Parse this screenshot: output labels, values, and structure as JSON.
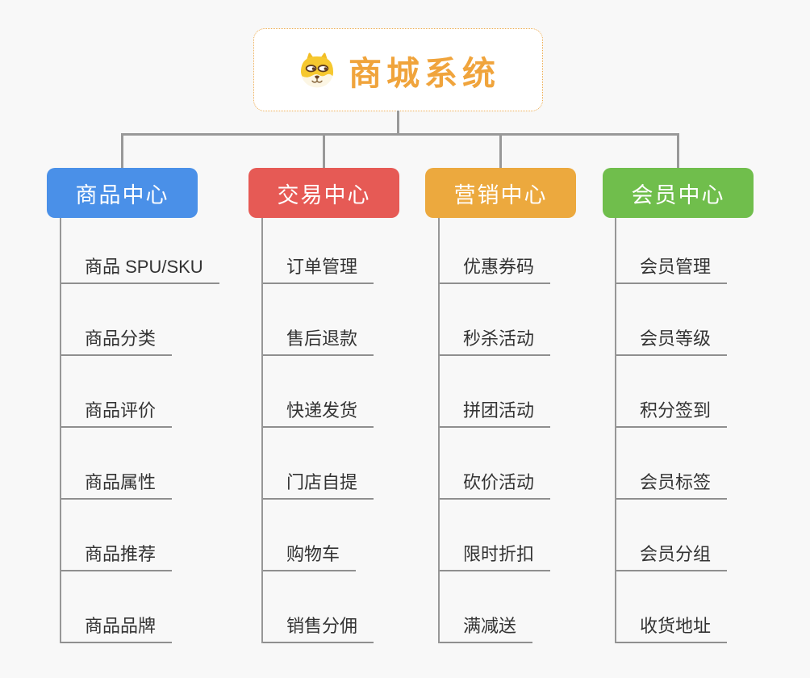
{
  "root": {
    "title": "商城系统",
    "icon": "dog-face-icon"
  },
  "branches": [
    {
      "label": "商品中心",
      "color": "#4A90E8",
      "children": [
        "商品 SPU/SKU",
        "商品分类",
        "商品评价",
        "商品属性",
        "商品推荐",
        "商品品牌"
      ]
    },
    {
      "label": "交易中心",
      "color": "#E65A55",
      "children": [
        "订单管理",
        "售后退款",
        "快递发货",
        "门店自提",
        "购物车",
        "销售分佣"
      ]
    },
    {
      "label": "营销中心",
      "color": "#ECA93E",
      "children": [
        "优惠券码",
        "秒杀活动",
        "拼团活动",
        "砍价活动",
        "限时折扣",
        "满减送"
      ]
    },
    {
      "label": "会员中心",
      "color": "#70BE4C",
      "children": [
        "会员管理",
        "会员等级",
        "积分签到",
        "会员标签",
        "会员分组",
        "收货地址"
      ]
    }
  ],
  "colors": {
    "background": "#F8F8F8",
    "root_accent": "#F0A43C",
    "root_border": "#EDAB4F",
    "connector_gray": "#999999",
    "underline_gray": "#8F8F8F",
    "child_text": "#333333"
  }
}
